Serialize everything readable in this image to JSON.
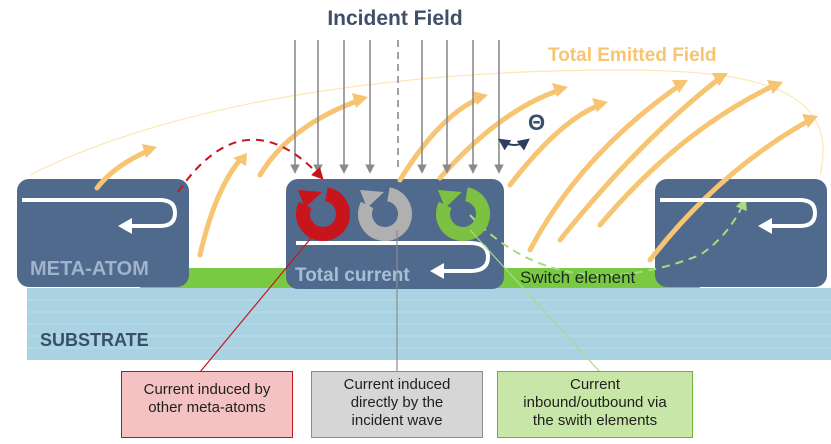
{
  "labels": {
    "incident_field": "Incident Field",
    "total_emitted_field": "Total Emitted Field",
    "meta_atom": "META-ATOM",
    "total_current": "Total current",
    "switch_element": "Switch element",
    "substrate": "SUBSTRATE",
    "theta": "Θ"
  },
  "callouts": {
    "red": [
      "Current induced by",
      "other meta-atoms"
    ],
    "gray": [
      "Current induced",
      "directly by the",
      "incident wave"
    ],
    "green": [
      "Current",
      "inbound/outbound via",
      "the swith elements"
    ]
  },
  "colors": {
    "meta_atom": "#4f6a8c",
    "substrate": "#a9d3e3",
    "switch_strip": "#7ac943",
    "emitted": "#f7c472",
    "incident": "#8a8a8a",
    "red_current": "#c8151b",
    "gray_current": "#b0b0b0",
    "green_current": "#7dc142"
  },
  "icons": [
    "circular-current-arrow-icon",
    "u-turn-current-arrow-icon",
    "angle-arrow-icon"
  ]
}
